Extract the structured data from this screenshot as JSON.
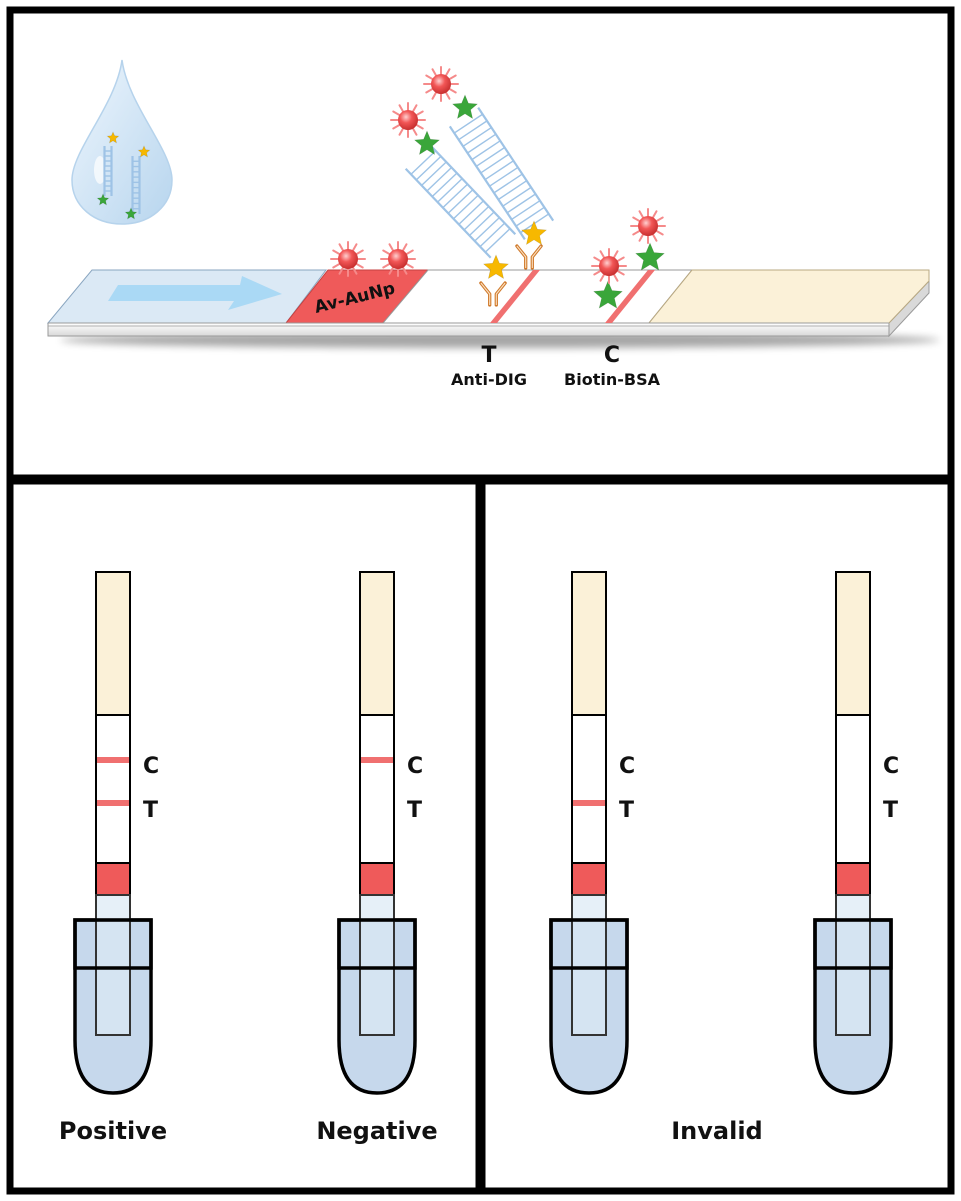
{
  "top_panel": {
    "conjugate_pad_label": "Av-AuNp",
    "test_line": {
      "letter": "T",
      "reagent": "Anti-DIG"
    },
    "control_line": {
      "letter": "C",
      "reagent": "Biotin-BSA"
    }
  },
  "results": {
    "positive": {
      "label": "Positive",
      "c": "C",
      "t": "T",
      "c_line": true,
      "t_line": true
    },
    "negative": {
      "label": "Negative",
      "c": "C",
      "t": "T",
      "c_line": true,
      "t_line": false
    },
    "invalid_label": "Invalid",
    "invalid_1": {
      "c": "C",
      "t": "T",
      "c_line": false,
      "t_line": true
    },
    "invalid_2": {
      "c": "C",
      "t": "T",
      "c_line": false,
      "t_line": false
    }
  },
  "colors": {
    "frame": "#000000",
    "sample_pad": "#dbe9f5",
    "flow_arrow": "#a8d8f4",
    "conjugate_pad": "#ef5a5a",
    "line": "#f07070",
    "absorbent_pad": "#fbf1d8",
    "liquid": "#c6d8ec",
    "gold": "#f25656",
    "dna": "#9ec3e6",
    "antibody": "#d07a2c",
    "digoxigenin": "#f7b800",
    "biotin": "#3aa63a"
  }
}
